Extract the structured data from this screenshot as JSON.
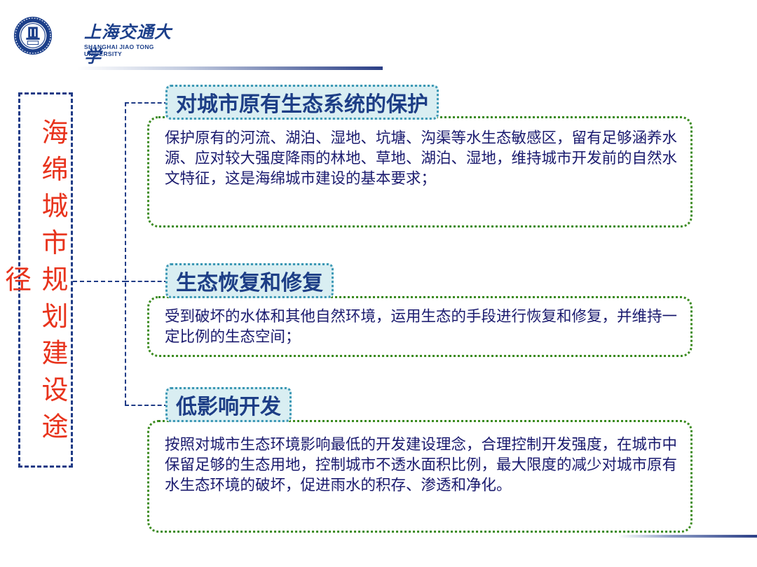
{
  "header": {
    "university_cn": "上海交通大学",
    "university_en": "SHANGHAI  JIAO TONG  UNIVERSITY",
    "seal_year": "1896",
    "seal_text": "交通"
  },
  "title": {
    "text": "海绵城市规划建设途径"
  },
  "sections": [
    {
      "heading": "对城市原有生态系统的保护",
      "body": "保护原有的河流、湖泊、湿地、坑塘、沟渠等水生态敏感区，留有足够涵养水源、应对较大强度降雨的林地、草地、湖泊、湿地，维持城市开发前的自然水文特征，这是海绵城市建设的基本要求；"
    },
    {
      "heading": "生态恢复和修复",
      "body": "受到破坏的水体和其他自然环境，运用生态的手段进行恢复和修复，并维持一定比例的生态空间；"
    },
    {
      "heading": "低影响开发",
      "body": "按照对城市生态环境影响最低的开发建设理念，合理控制开发强度，在城市中保留足够的生态用地，控制城市不透水面积比例，最大限度的减少对城市原有水生态环境的破坏，促进雨水的积存、渗透和净化。"
    }
  ],
  "colors": {
    "title_text": "#e8331c",
    "heading_text": "#1d3e86",
    "heading_bg": "#d9eef2",
    "heading_border": "#3b97b4",
    "box_border": "#3a8a1e",
    "body_text": "#1a1a6e",
    "connector": "#1f3b86",
    "brand": "#1c3f8a"
  }
}
